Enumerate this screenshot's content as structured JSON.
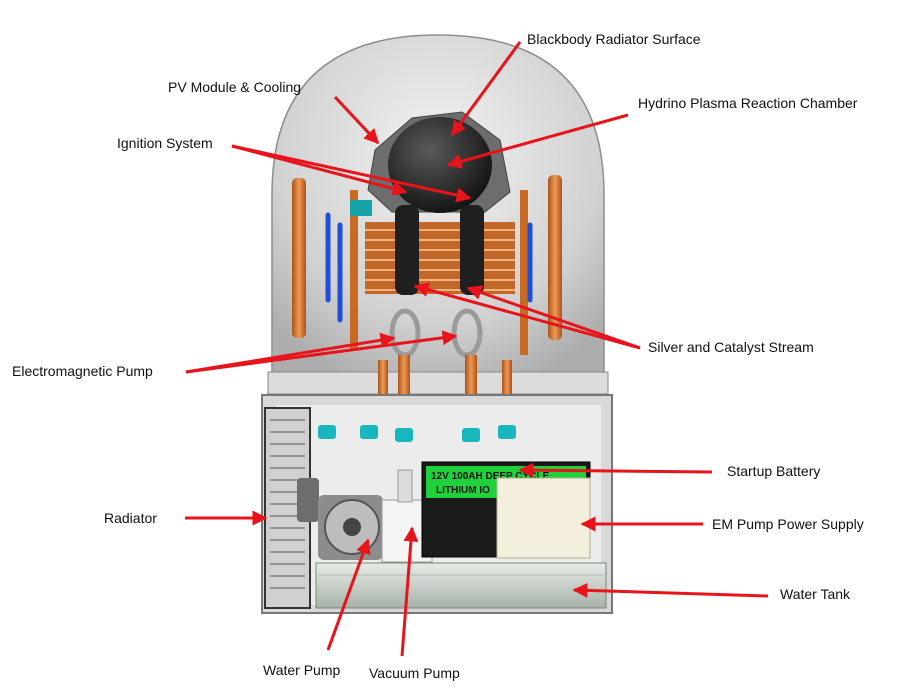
{
  "labels": {
    "blackbody": "Blackbody Radiator Surface",
    "pv_module": "PV Module & Cooling",
    "plasma_chamber": "Hydrino Plasma Reaction Chamber",
    "ignition": "Ignition System",
    "silver_stream": "Silver and Catalyst Stream",
    "em_pump": "Electromagnetic Pump",
    "startup_battery": "Startup Battery",
    "radiator": "Radiator",
    "em_power": "EM Pump Power Supply",
    "water_tank": "Water Tank",
    "water_pump": "Water Pump",
    "vacuum_pump": "Vacuum Pump"
  },
  "battery": {
    "line1": "12V 100AH DEEP CYCLE",
    "line2": "LITHIUM IO"
  },
  "colors": {
    "arrow": "#e8141c",
    "dome": "#d9d9d9",
    "chamber": "#2a2a2a",
    "copper": "#d9792b",
    "battery_label": "#1fd13a"
  }
}
